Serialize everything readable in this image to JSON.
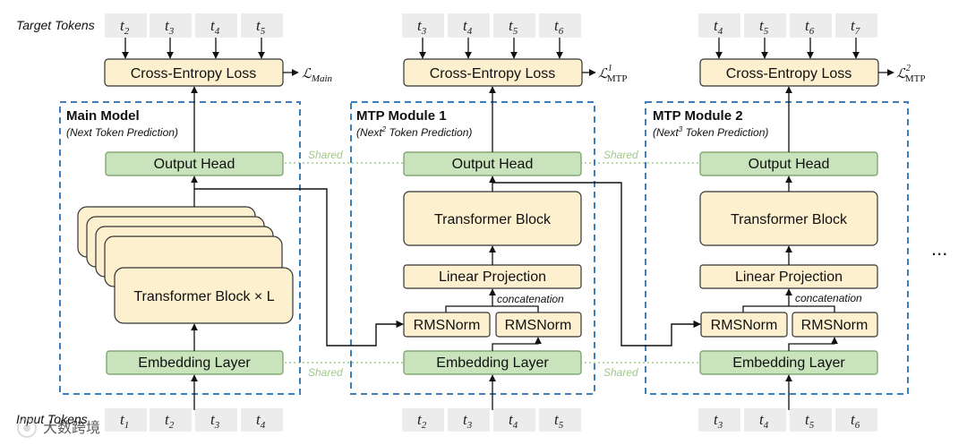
{
  "labels": {
    "target_tokens": "Target Tokens",
    "input_tokens": "Input Tokens",
    "ellipsis": "...",
    "watermark": "大数跨境"
  },
  "modules": [
    {
      "title": "Main Model",
      "subtitle": "(Next Token Prediction)",
      "loss_box": "Cross-Entropy Loss",
      "loss_symbol": "ℒ",
      "loss_sub": "Main",
      "loss_sup": "",
      "output_head": "Output Head",
      "transformer": "Transformer Block × L",
      "embedding": "Embedding Layer",
      "target_tokens": [
        {
          "b": "t",
          "s": "2"
        },
        {
          "b": "t",
          "s": "3"
        },
        {
          "b": "t",
          "s": "4"
        },
        {
          "b": "t",
          "s": "5"
        }
      ],
      "input_tokens": [
        {
          "b": "t",
          "s": "1"
        },
        {
          "b": "t",
          "s": "2"
        },
        {
          "b": "t",
          "s": "3"
        },
        {
          "b": "t",
          "s": "4"
        }
      ]
    },
    {
      "title": "MTP Module 1",
      "subtitle_pre": "(Next",
      "subtitle_sup": "2",
      "subtitle_post": " Token Prediction)",
      "loss_box": "Cross-Entropy Loss",
      "loss_symbol": "ℒ",
      "loss_sub": "MTP",
      "loss_sup": "1",
      "output_head": "Output Head",
      "transformer": "Transformer Block",
      "linear": "Linear Projection",
      "concat": "concatenation",
      "rms_left": "RMSNorm",
      "rms_right": "RMSNorm",
      "embedding": "Embedding Layer",
      "target_tokens": [
        {
          "b": "t",
          "s": "3"
        },
        {
          "b": "t",
          "s": "4"
        },
        {
          "b": "t",
          "s": "5"
        },
        {
          "b": "t",
          "s": "6"
        }
      ],
      "input_tokens": [
        {
          "b": "t",
          "s": "2"
        },
        {
          "b": "t",
          "s": "3"
        },
        {
          "b": "t",
          "s": "4"
        },
        {
          "b": "t",
          "s": "5"
        }
      ]
    },
    {
      "title": "MTP Module 2",
      "subtitle_pre": "(Next",
      "subtitle_sup": "3",
      "subtitle_post": " Token Prediction)",
      "loss_box": "Cross-Entropy Loss",
      "loss_symbol": "ℒ",
      "loss_sub": "MTP",
      "loss_sup": "2",
      "output_head": "Output Head",
      "transformer": "Transformer Block",
      "linear": "Linear Projection",
      "concat": "concatenation",
      "rms_left": "RMSNorm",
      "rms_right": "RMSNorm",
      "embedding": "Embedding Layer",
      "target_tokens": [
        {
          "b": "t",
          "s": "4"
        },
        {
          "b": "t",
          "s": "5"
        },
        {
          "b": "t",
          "s": "6"
        },
        {
          "b": "t",
          "s": "7"
        }
      ],
      "input_tokens": [
        {
          "b": "t",
          "s": "3"
        },
        {
          "b": "t",
          "s": "4"
        },
        {
          "b": "t",
          "s": "5"
        },
        {
          "b": "t",
          "s": "6"
        }
      ]
    }
  ],
  "shared": [
    "Shared",
    "Shared",
    "Shared",
    "Shared"
  ],
  "colors": {
    "token_bg": "#ececec",
    "loss_fill": "#fdf0cf",
    "head_fill": "#c9e3bd",
    "head_stroke": "#6f9c62",
    "block_fill": "#fdf0cf",
    "block_stroke": "#333333",
    "dashed_border": "#3b7fbf",
    "shared_line": "#b7d7a6"
  }
}
